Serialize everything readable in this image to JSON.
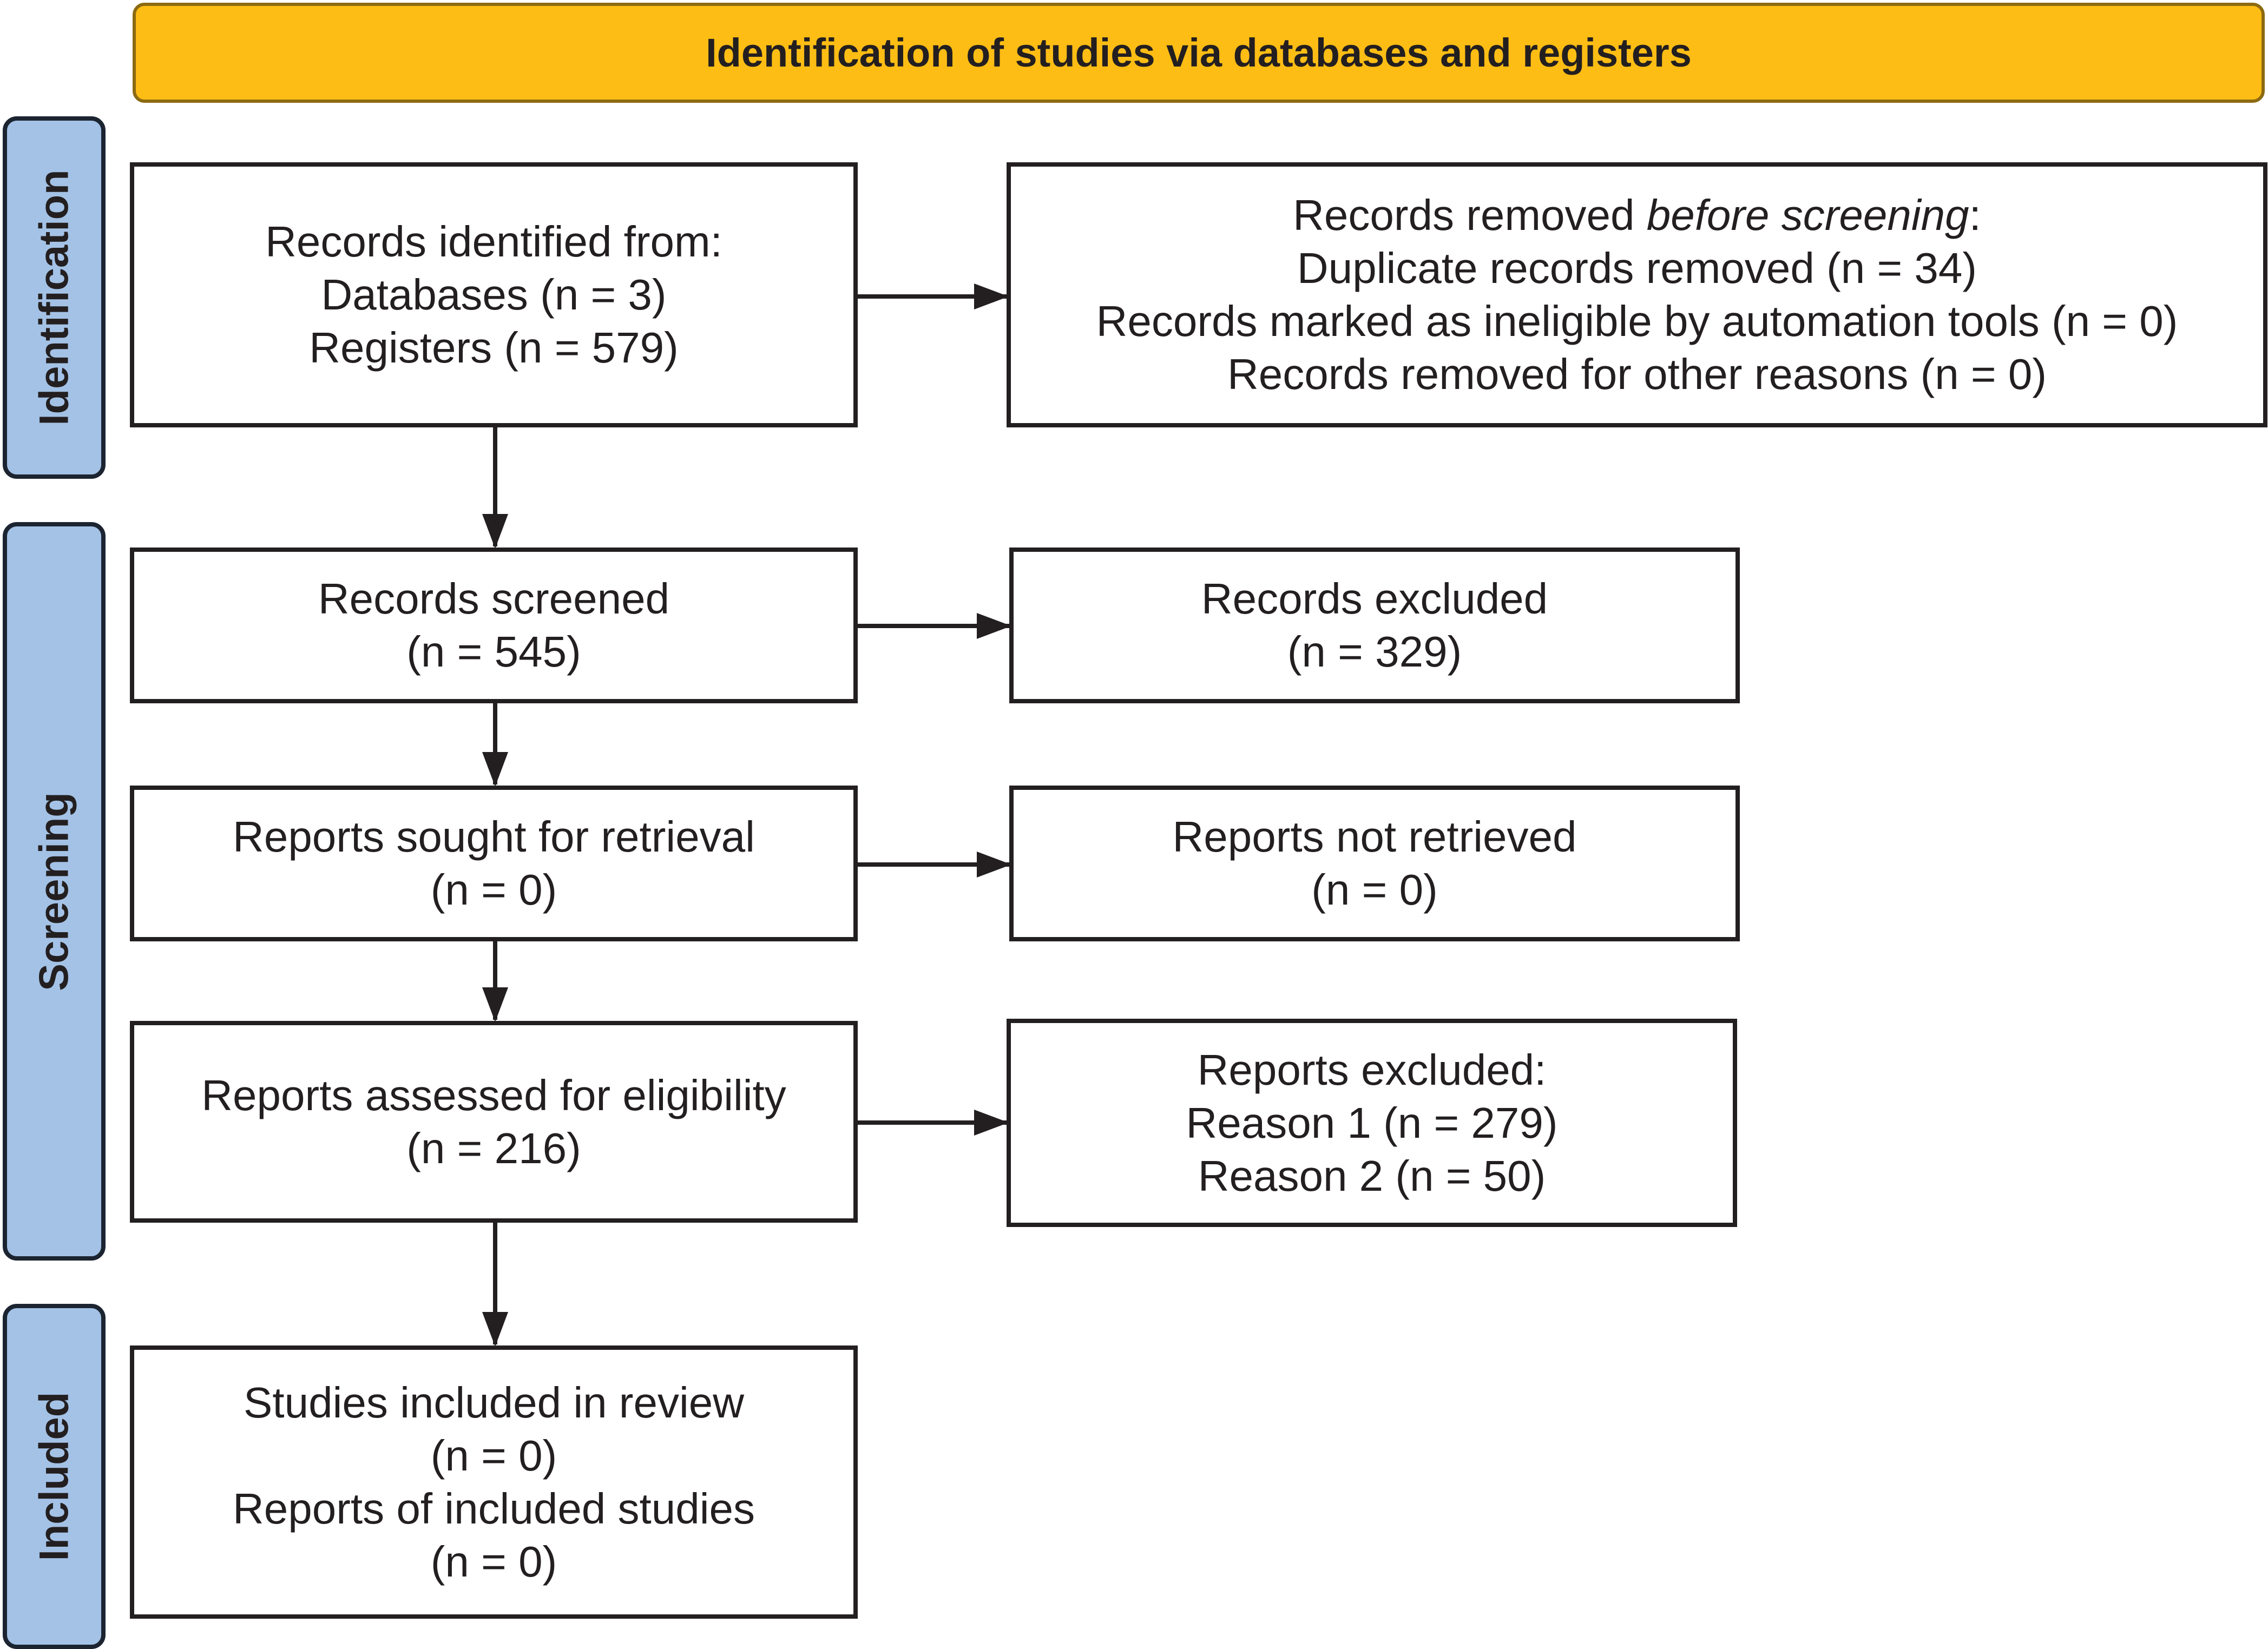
{
  "header": {
    "title": "Identification of studies via databases and registers",
    "fill_color": "#fdbd14"
  },
  "stages": {
    "identification": "Identification",
    "screening": "Screening",
    "included": "Included",
    "fill_color": "#a4c2e6"
  },
  "boxes": {
    "records_identified": {
      "line1": "Records identified from:",
      "line2": "Databases (n = 3)",
      "line3": "Registers (n = 579)"
    },
    "records_removed": {
      "line1_prefix": "Records removed ",
      "line1_italic": "before screening",
      "line1_suffix": ":",
      "line2": "Duplicate records removed (n = 34)",
      "line3": "Records marked as ineligible by automation tools (n = 0)",
      "line4": "Records removed for other reasons (n = 0)"
    },
    "records_screened": {
      "line1": "Records screened",
      "line2": "(n = 545)"
    },
    "records_excluded": {
      "line1": "Records excluded",
      "line2": "(n = 329)"
    },
    "reports_sought": {
      "line1": "Reports sought for retrieval",
      "line2": "(n = 0)"
    },
    "reports_not_retrieved": {
      "line1": "Reports not retrieved",
      "line2": "(n = 0)"
    },
    "reports_assessed": {
      "line1": "Reports assessed for eligibility",
      "line2": "(n = 216)"
    },
    "reports_excluded": {
      "line1": "Reports excluded:",
      "line2": "Reason 1 (n = 279)",
      "line3": "Reason 2 (n = 50)"
    },
    "studies_included": {
      "line1": "Studies included in review",
      "line2": "(n = 0)",
      "line3": "Reports of included studies",
      "line4": "(n = 0)"
    }
  }
}
